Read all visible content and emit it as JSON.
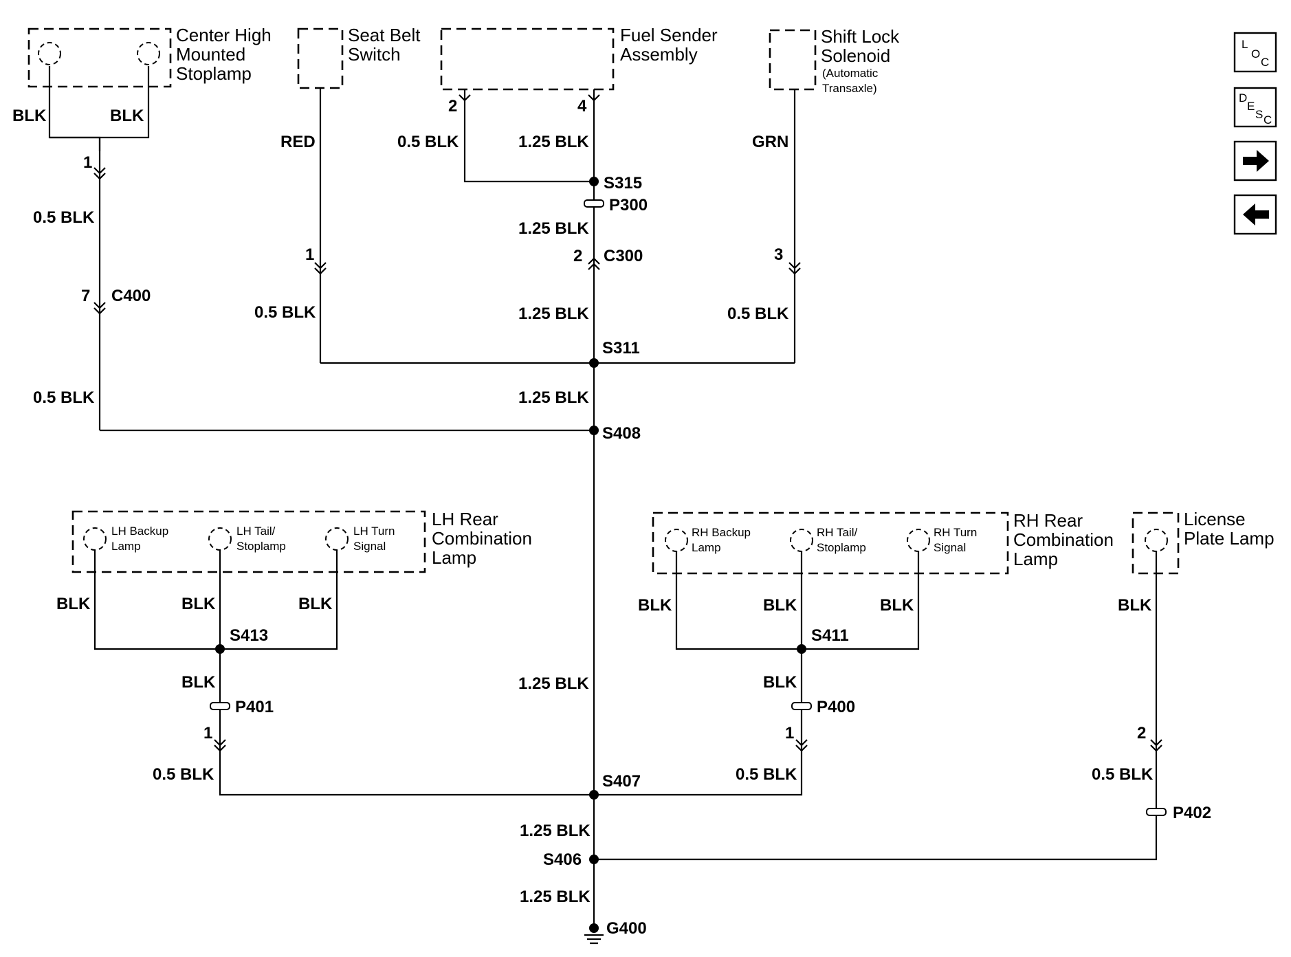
{
  "components": {
    "chmsl": "Center High\nMounted\nStoplamp",
    "seat_belt": "Seat Belt\nSwitch",
    "fuel_sender": "Fuel Sender\nAssembly",
    "shift_lock": "Shift Lock\nSolenoid",
    "shift_lock_note": "(Automatic\nTransaxle)",
    "lh_rear": "LH Rear\nCombination\nLamp",
    "rh_rear": "RH Rear\nCombination\nLamp",
    "license": "License\nPlate Lamp",
    "lh_backup": "LH Backup\nLamp",
    "lh_tail": "LH Tail/\nStoplamp",
    "lh_turn": "LH Turn\nSignal",
    "rh_backup": "RH Backup\nLamp",
    "rh_tail": "RH Tail/\nStoplamp",
    "rh_turn": "RH Turn\nSignal"
  },
  "wires": {
    "blk": "BLK",
    "red": "RED",
    "grn": "GRN",
    "w05": "0.5 BLK",
    "w125": "1.25 BLK"
  },
  "pins": {
    "p1": "1",
    "p2": "2",
    "p3": "3",
    "p4": "4",
    "p7": "7"
  },
  "splices": {
    "s315": "S315",
    "s311": "S311",
    "s408": "S408",
    "s413": "S413",
    "s411": "S411",
    "s407": "S407",
    "s406": "S406"
  },
  "pass_throughs": {
    "p300": "P300",
    "p401": "P401",
    "p400": "P400",
    "p402": "P402"
  },
  "connectors": {
    "c300": "C300",
    "c400": "C400"
  },
  "ground": "G400",
  "nav": {
    "loc": [
      "L",
      "O",
      "C"
    ],
    "desc": [
      "D",
      "E",
      "S",
      "C"
    ],
    "forward_icon": "right-arrow",
    "back_icon": "left-arrow"
  }
}
